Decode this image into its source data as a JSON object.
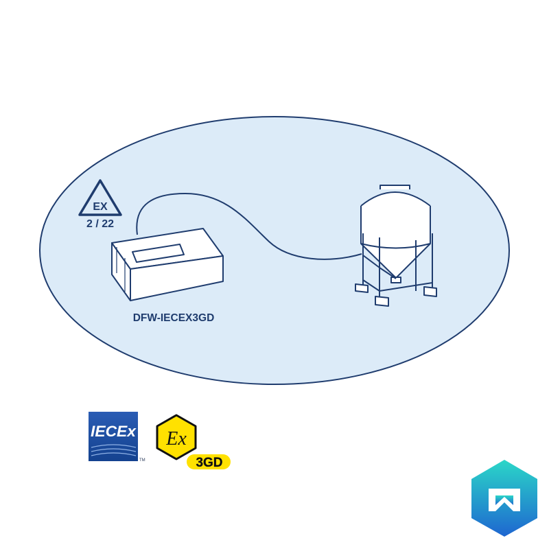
{
  "zone": {
    "badge_top": "EX",
    "badge_bottom": "2 / 22"
  },
  "indicator": {
    "model": "DFW-IECEX3GD"
  },
  "certifications": {
    "iecex": {
      "text": "IECEx",
      "tm": "TM"
    },
    "atex": {
      "symbol": "Ex",
      "category": "3GD"
    }
  },
  "colors": {
    "zone_fill": "#dcebf8",
    "outline": "#1f3c6e",
    "label": "#1f3c6e",
    "iecex_blue": "#1a4a9c",
    "atex_yellow": "#ffe100",
    "brand_top": "#2bd7c8",
    "brand_bottom": "#1e66d0"
  }
}
